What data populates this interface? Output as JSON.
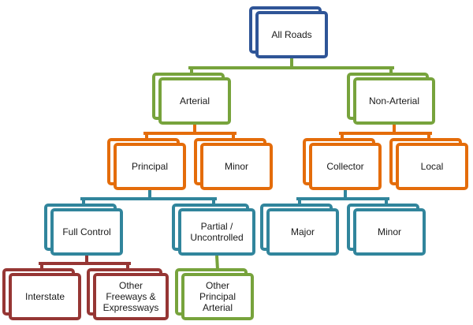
{
  "colors": {
    "root": "#2f5597",
    "level1": "#77a33c",
    "level2": "#e46c0a",
    "level3": "#31859c",
    "interstate": "#963634",
    "leaf_green": "#77a33c"
  },
  "nodes": {
    "all_roads": "All Roads",
    "arterial": "Arterial",
    "non_arterial": "Non-Arterial",
    "principal": "Principal",
    "minor_arterial": "Minor",
    "collector": "Collector",
    "local": "Local",
    "full_control": "Full Control",
    "partial_uncontrolled": "Partial /\nUncontrolled",
    "major_collector": "Major",
    "minor_collector": "Minor",
    "interstate": "Interstate",
    "other_freeways": "Other\nFreeways &\nExpressways",
    "other_principal_arterial": "Other\nPrincipal\nArterial"
  }
}
